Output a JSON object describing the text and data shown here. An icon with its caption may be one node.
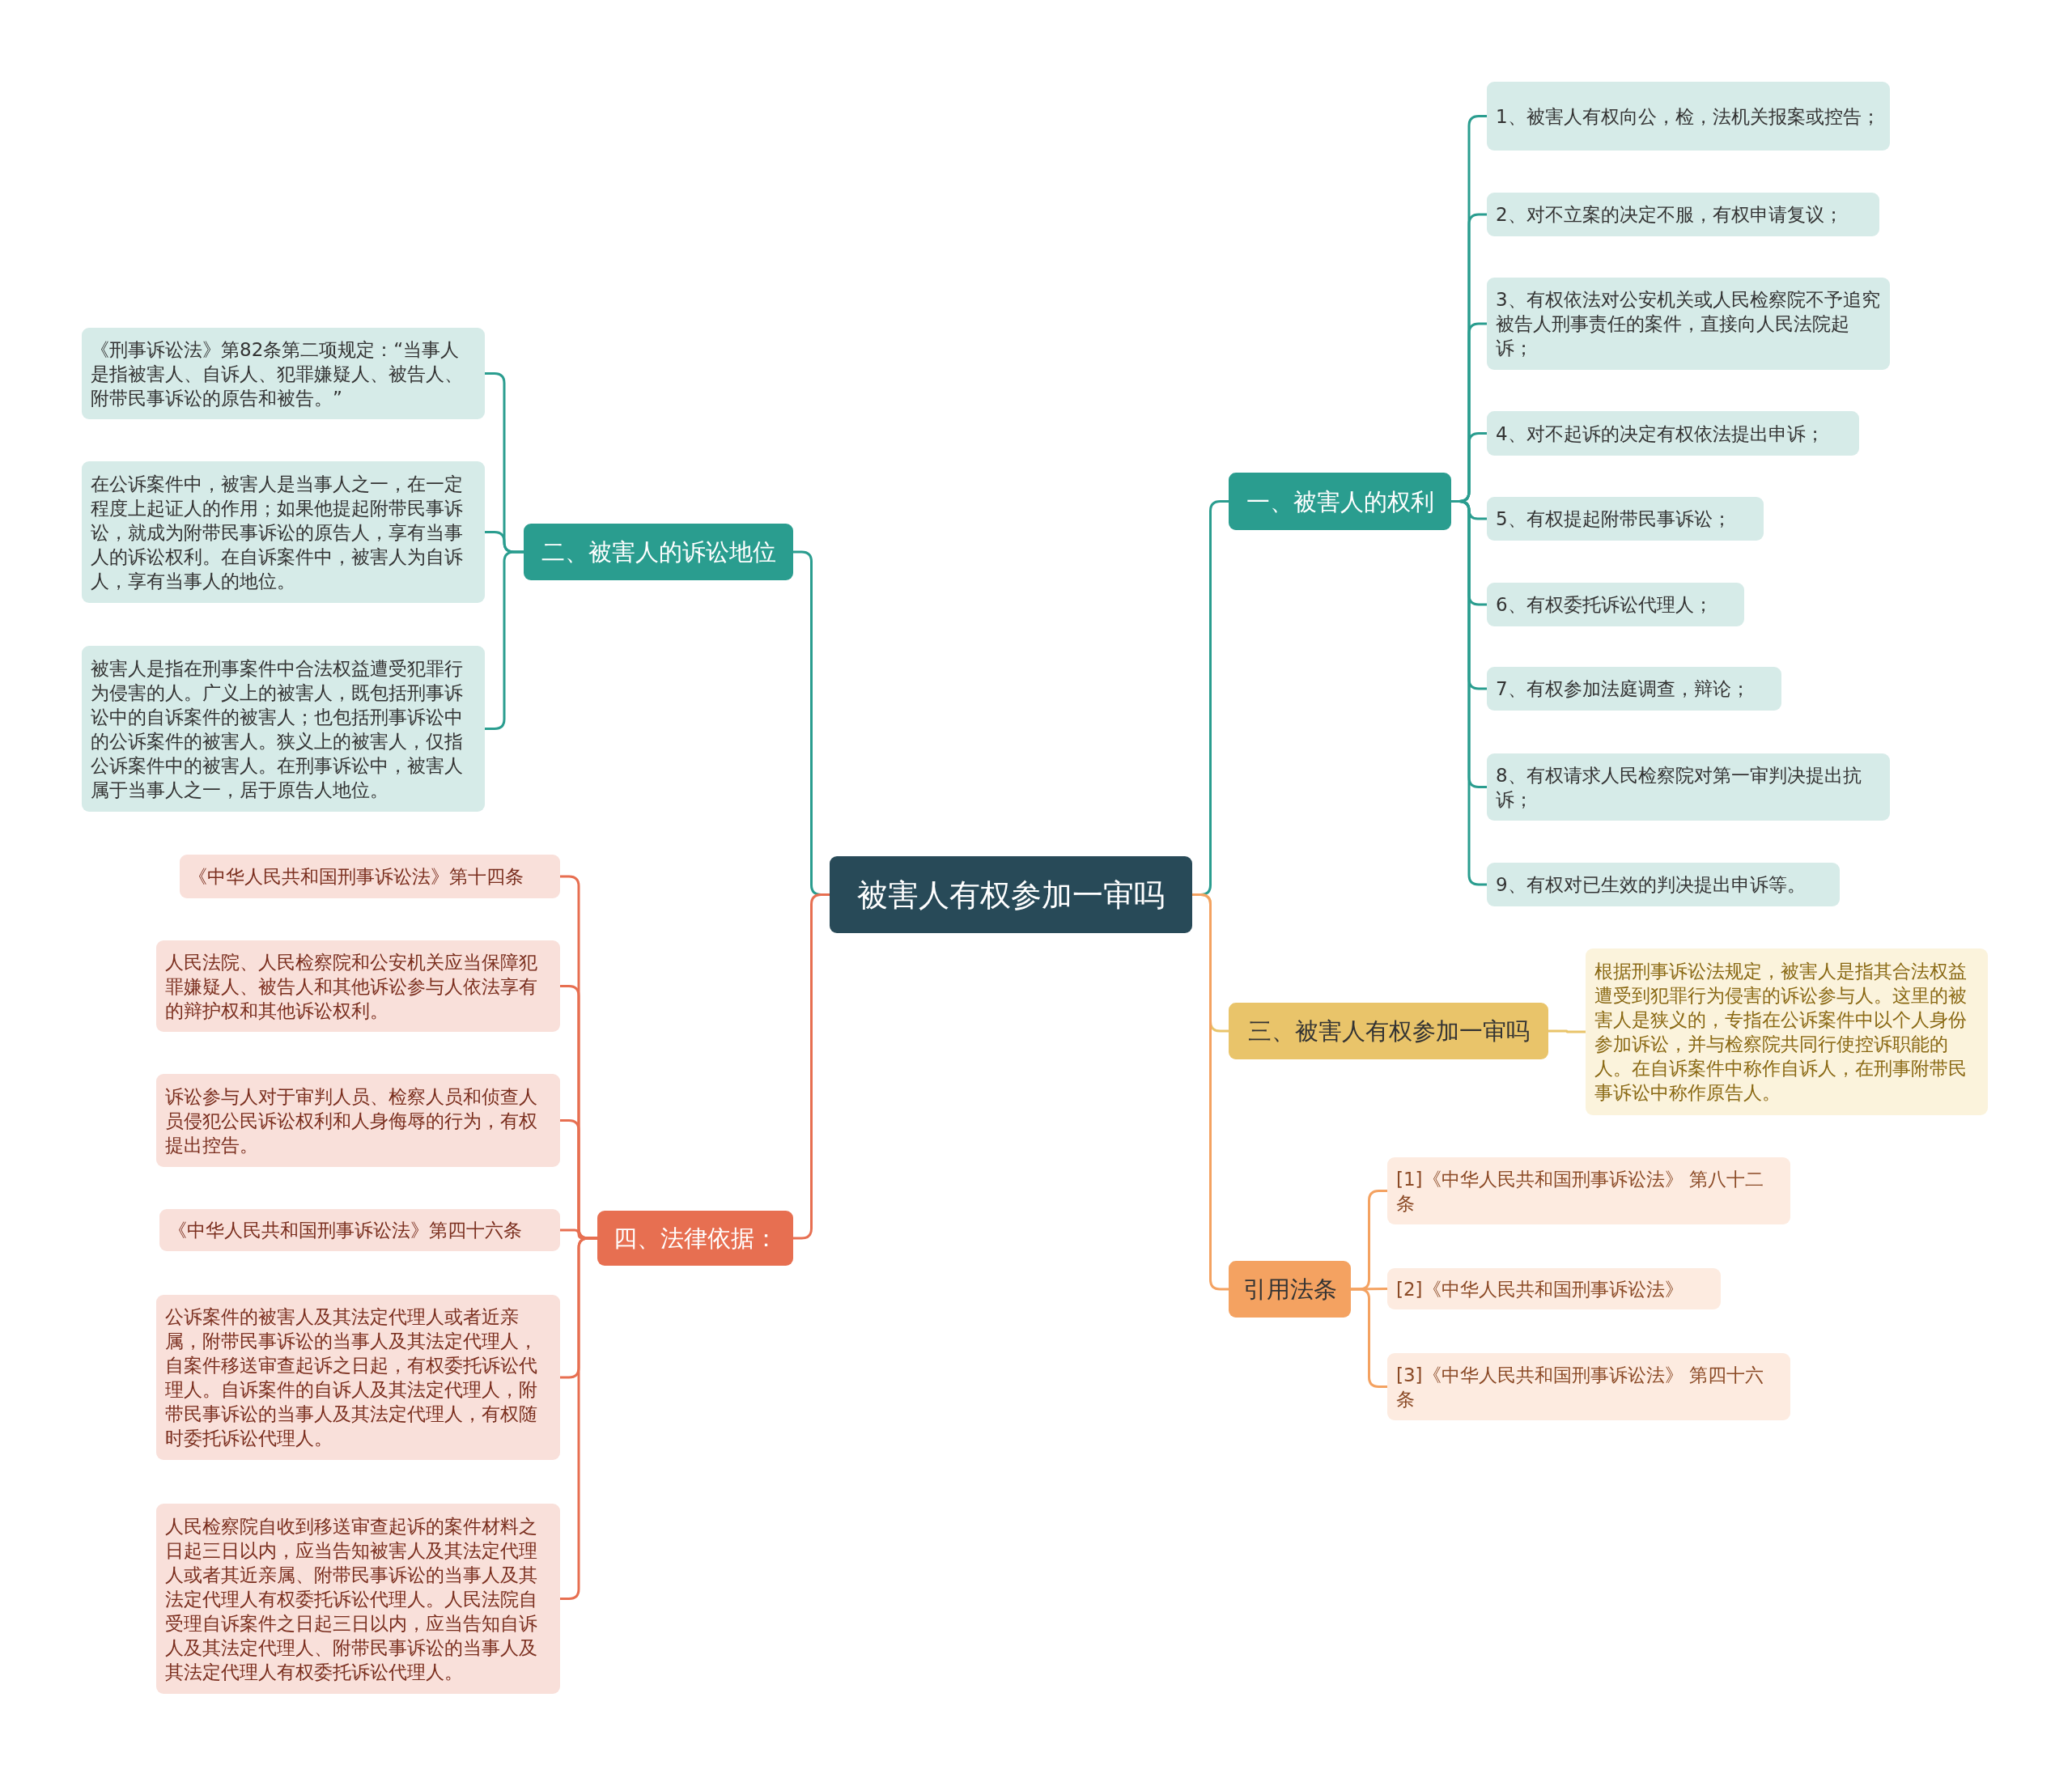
{
  "diagram": {
    "nodes": [
      {
        "text": [
          "被害人有权参加一审吗"
        ]
      },
      {
        "text": [
          "一、被害人的权利"
        ]
      },
      {
        "text": [
          "1、被害人有权向公，检，法机关报案或控告；"
        ]
      },
      {
        "text": [
          "2、对不立案的决定不服，有权申请复议；"
        ]
      },
      {
        "text": [
          "3、有权依法对公安机关或人民检察院不予追究被告人刑事责任的案件，直接向人民法院起诉；"
        ]
      },
      {
        "text": [
          "4、对不起诉的决定有权依法提出申诉；"
        ]
      },
      {
        "text": [
          "5、有权提起附带民事诉讼；"
        ]
      },
      {
        "text": [
          "6、有权委托诉讼代理人；"
        ]
      },
      {
        "text": [
          "7、有权参加法庭调查，辩论；"
        ]
      },
      {
        "text": [
          "8、有权请求人民检察院对第一审判决提出抗诉；"
        ]
      },
      {
        "text": [
          "9、有权对已生效的判决提出申诉等。"
        ]
      },
      {
        "text": [
          "二、被害人的诉讼地位"
        ]
      },
      {
        "text": [
          "《刑事诉讼法》第82条第二项规定：“当事人是指被害人、自诉人、犯罪嫌疑人、被告人、附带民事诉讼的原告和被告。”"
        ]
      },
      {
        "text": [
          "在公诉案件中，被害人是当事人之一，在一定程度上起证人的作用；如果他提起附带民事诉讼，就成为附带民事诉讼的原告人，享有当事人的诉讼权利。在自诉案件中，被害人为自诉人，享有当事人的地位。"
        ]
      },
      {
        "text": [
          "被害人是指在刑事案件中合法权益遭受犯罪行为侵害的人。广义上的被害人，既包括刑事诉讼中的自诉案件的被害人；也包括刑事诉讼中的公诉案件的被害人。狭义上的被害人，仅指公诉案件中的被害人。在刑事诉讼中，被害人属于当事人之一，居于原告人地位。"
        ]
      },
      {
        "text": [
          "三、被害人有权参加一审吗"
        ]
      },
      {
        "text": [
          "根据刑事诉讼法规定，被害人是指其合法权益遭受到犯罪行为侵害的诉讼参与人。这里的被害人是狭义的，专指在公诉案件中以个人身份参加诉讼，并与检察院共同行使控诉职能的人。在自诉案件中称作自诉人，在刑事附带民事诉讼中称作原告人。"
        ]
      },
      {
        "text": [
          "四、法律依据："
        ]
      },
      {
        "text": [
          "《中华人民共和国刑事诉讼法》第十四条"
        ]
      },
      {
        "text": [
          "人民法院、人民检察院和公安机关应当保障犯罪嫌疑人、被告人和其他诉讼参与人依法享有的辩护权和其他诉讼权利。"
        ]
      },
      {
        "text": [
          "诉讼参与人对于审判人员、检察人员和侦查人员侵犯公民诉讼权利和人身侮辱的行为，有权提出控告。"
        ]
      },
      {
        "text": [
          "《中华人民共和国刑事诉讼法》第四十六条"
        ]
      },
      {
        "text": [
          "公诉案件的被害人及其法定代理人或者近亲属，附带民事诉讼的当事人及其法定代理人，自案件移送审查起诉之日起，有权委托诉讼代理人。自诉案件的自诉人及其法定代理人，附带民事诉讼的当事人及其法定代理人，有权随时委托诉讼代理人。"
        ]
      },
      {
        "text": [
          "人民检察院自收到移送审查起诉的案件材料之日起三日以内，应当告知被害人及其法定代理人或者其近亲属、附带民事诉讼的当事人及其法定代理人有权委托诉讼代理人。人民法院自受理自诉案件之日起三日以内，应当告知自诉人及其法定代理人、附带民事诉讼的当事人及其法定代理人有权委托诉讼代理人。"
        ]
      },
      {
        "text": [
          "引用法条"
        ]
      },
      {
        "text": [
          "[1]《中华人民共和国刑事诉讼法》 第八十二条"
        ]
      },
      {
        "text": [
          "[2]《中华人民共和国刑事诉讼法》"
        ]
      },
      {
        "text": [
          "[3]《中华人民共和国刑事诉讼法》 第四十六条"
        ]
      }
    ],
    "edges": [
      {
        "from": 0,
        "to": 1,
        "arrow": "none"
      },
      {
        "from": 1,
        "to": 2,
        "arrow": "none"
      },
      {
        "from": 1,
        "to": 3,
        "arrow": "none"
      },
      {
        "from": 1,
        "to": 4,
        "arrow": "none"
      },
      {
        "from": 1,
        "to": 5,
        "arrow": "none"
      },
      {
        "from": 1,
        "to": 6,
        "arrow": "none"
      },
      {
        "from": 1,
        "to": 7,
        "arrow": "none"
      },
      {
        "from": 1,
        "to": 8,
        "arrow": "none"
      },
      {
        "from": 1,
        "to": 9,
        "arrow": "none"
      },
      {
        "from": 1,
        "to": 10,
        "arrow": "none"
      },
      {
        "from": 0,
        "to": 11,
        "arrow": "none"
      },
      {
        "from": 11,
        "to": 12,
        "arrow": "none"
      },
      {
        "from": 11,
        "to": 13,
        "arrow": "none"
      },
      {
        "from": 11,
        "to": 14,
        "arrow": "none"
      },
      {
        "from": 0,
        "to": 15,
        "arrow": "none",
        "color": "#e9c46a"
      },
      {
        "from": 15,
        "to": 16,
        "arrow": "none",
        "color": "#e9c46a"
      },
      {
        "from": 0,
        "to": 17,
        "arrow": "none",
        "color": "#e76f51"
      },
      {
        "from": 17,
        "to": 18,
        "arrow": "none",
        "color": "#e76f51"
      },
      {
        "from": 17,
        "to": 19,
        "arrow": "none",
        "color": "#e76f51"
      },
      {
        "from": 17,
        "to": 20,
        "arrow": "none",
        "color": "#e76f51"
      },
      {
        "from": 17,
        "to": 21,
        "arrow": "none",
        "color": "#e76f51"
      },
      {
        "from": 17,
        "to": 22,
        "arrow": "none",
        "color": "#e76f51"
      },
      {
        "from": 17,
        "to": 23,
        "arrow": "none",
        "color": "#e76f51"
      },
      {
        "from": 0,
        "to": 24,
        "arrow": "none",
        "color": "#f4a261"
      },
      {
        "from": 24,
        "to": 25,
        "arrow": "none",
        "color": "#f4a261"
      },
      {
        "from": 24,
        "to": 26,
        "arrow": "none",
        "color": "#f4a261"
      },
      {
        "from": 24,
        "to": 27,
        "arrow": "none",
        "color": "#f4a261"
      }
    ]
  }
}
